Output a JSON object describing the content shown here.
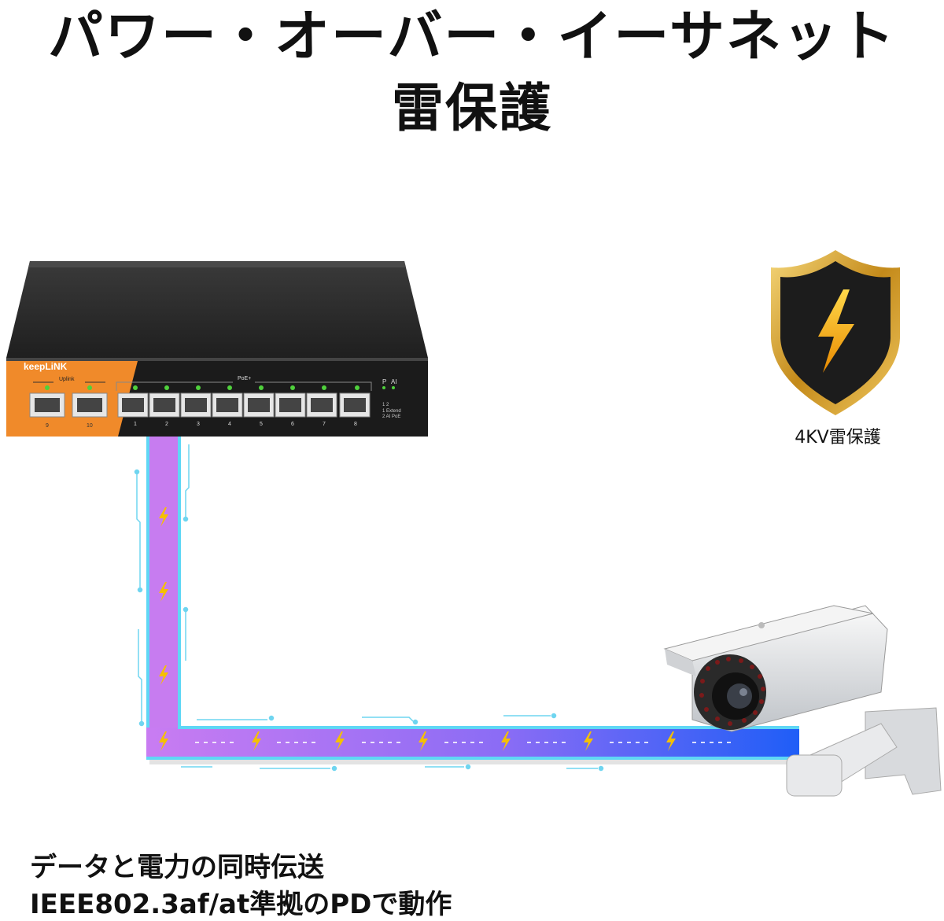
{
  "heading": {
    "line1": "パワー・オーバー・イーサネット",
    "line2": "雷保護"
  },
  "switch": {
    "brand": "keepLiNK",
    "uplink_label": "Uplink",
    "poe_label": "PoE+",
    "indicator_p": "P",
    "indicator_ai": "AI",
    "dip_numbers": "1 2",
    "mode_1": "1 Extend",
    "mode_2": "2 AI PoE",
    "ports": [
      "9",
      "10",
      "1",
      "2",
      "3",
      "4",
      "5",
      "6",
      "7",
      "8"
    ]
  },
  "badge": {
    "label": "4KV雷保護",
    "icon": "shield-lightning-icon"
  },
  "features": {
    "line1": "データと電力の同時伝送",
    "line2": "IEEE802.3af/at準拠のPDで動作"
  },
  "colors": {
    "path_purple": "#c77cf0",
    "path_blue": "#2f5ff5",
    "path_outline": "#5fd7f5",
    "bolt": "#f5c000",
    "switch_orange": "#f08a2a",
    "switch_body": "#2a2a2a",
    "shield_gold": "#d9a227"
  }
}
